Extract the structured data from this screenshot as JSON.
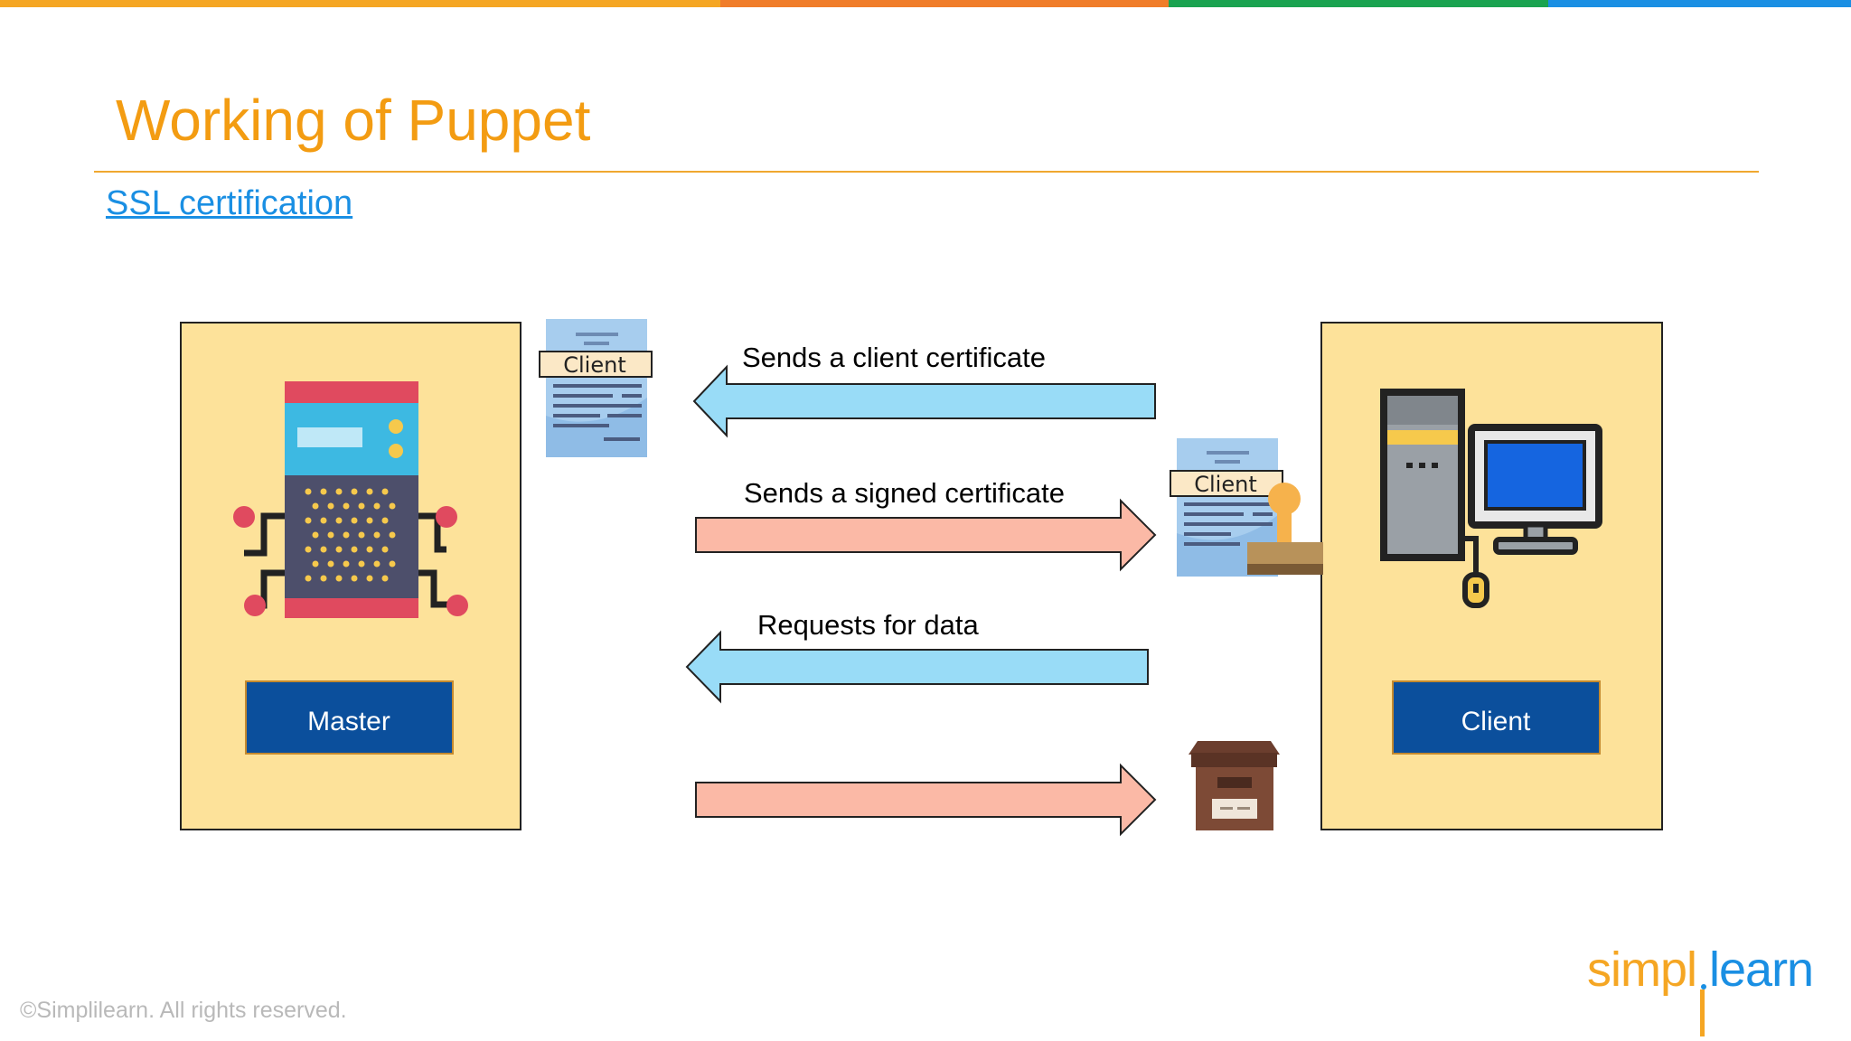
{
  "slide": {
    "title": "Working of Puppet",
    "subtitle": "SSL certification",
    "copyright": "©Simplilearn. All rights reserved.",
    "logo": {
      "part1": "simpl",
      "part2": "learn"
    }
  },
  "colors": {
    "top_bar": [
      "#f5a623",
      "#f07d2a",
      "#1aa350",
      "#1a8fe3"
    ],
    "title": "#f39c12",
    "panel_fill": "#fde29a",
    "label_box": "#0b4f9c",
    "arrow_blue": "#99dcf7",
    "arrow_salmon": "#fbb9a6"
  },
  "nodes": {
    "master": {
      "label": "Master"
    },
    "client": {
      "label": "Client"
    }
  },
  "certificates": {
    "client_cert_label": "Client",
    "signed_cert_label": "Client"
  },
  "arrows": [
    {
      "label": "Sends a client certificate",
      "direction": "left"
    },
    {
      "label": "Sends a signed certificate",
      "direction": "right"
    },
    {
      "label": "Requests for data",
      "direction": "left"
    },
    {
      "label": "",
      "direction": "right"
    }
  ],
  "icons": {
    "master": "server-robot-icon",
    "client": "desktop-computer-icon",
    "client_cert": "document-icon",
    "signed_cert": "stamped-document-icon",
    "data": "storage-box-icon"
  }
}
